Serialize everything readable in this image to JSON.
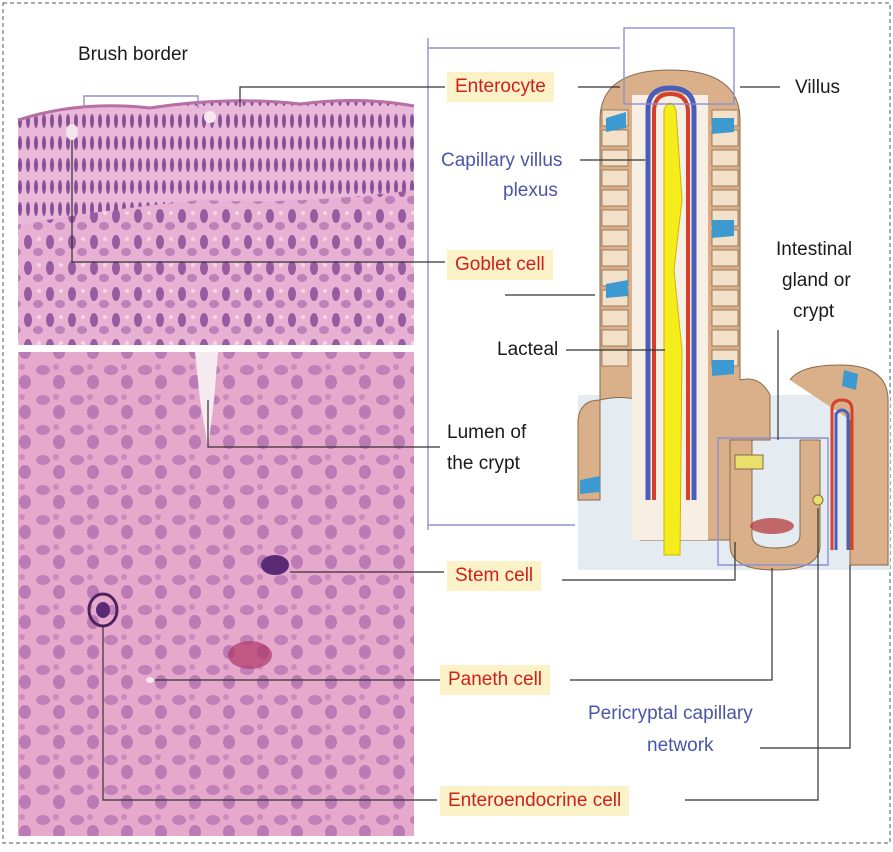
{
  "labels": {
    "brush_border": "Brush border",
    "enterocyte": "Enterocyte",
    "villus": "Villus",
    "capillary_villus_plexus_line1": "Capillary villus",
    "capillary_villus_plexus_line2": "plexus",
    "goblet_cell": "Goblet cell",
    "intestinal_gland_line1": "Intestinal",
    "intestinal_gland_line2": "gland or",
    "intestinal_gland_line3": "crypt",
    "lacteal": "Lacteal",
    "lumen_line1": "Lumen of",
    "lumen_line2": "the crypt",
    "stem_cell": "Stem cell",
    "paneth_cell": "Paneth cell",
    "pericryptal_line1": "Pericryptal capillary",
    "pericryptal_line2": "network",
    "enteroendocrine_cell": "Enteroendocrine cell"
  },
  "colors": {
    "label_red": "#d0201c",
    "label_blue": "#4c55a8",
    "label_bg": "#fbf2c8",
    "tissue_pink": "#e3a2c8",
    "nucleus_purple": "#6a3a86",
    "epithelium_tan": "#dcb98f",
    "lacteal_yellow": "#f5ec1c",
    "vessel_red": "#d6402a",
    "vessel_blue": "#4a5db8",
    "goblet_blue": "#3d9ad0",
    "bracket_blue": "#8d90d0"
  }
}
